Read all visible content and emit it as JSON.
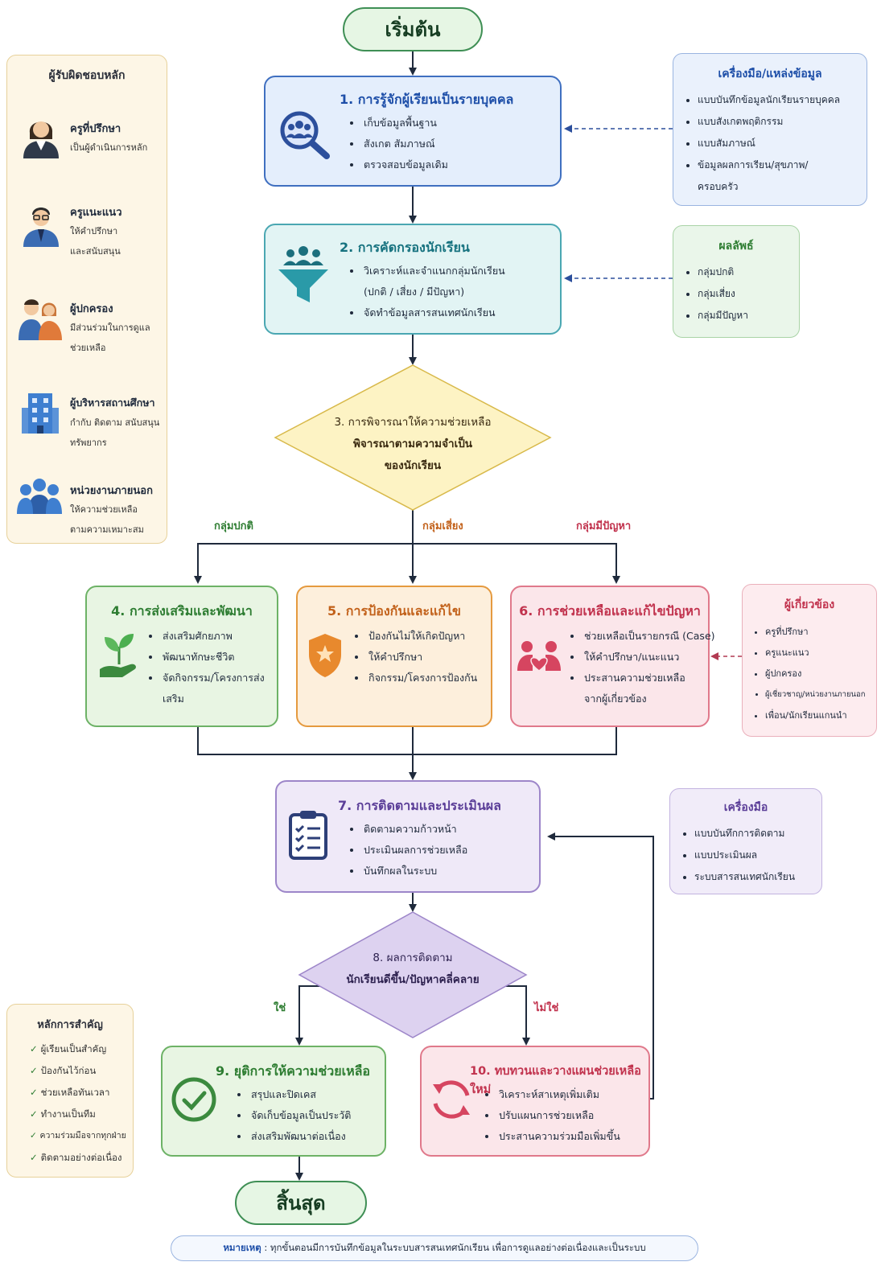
{
  "start": "เริ่มต้น",
  "end": "สิ้นสุด",
  "step1": {
    "title": "1. การรู้จักผู้เรียนเป็นรายบุคคล",
    "items": [
      "เก็บข้อมูลพื้นฐาน",
      "สังเกต สัมภาษณ์",
      "ตรวจสอบข้อมูลเดิม"
    ]
  },
  "step2": {
    "title": "2. การคัดกรองนักเรียน",
    "items": [
      "วิเคราะห์และจำแนกกลุ่มนักเรียน",
      "(ปกติ / เสี่ยง / มีปัญหา)",
      "จัดทำข้อมูลสารสนเทศนักเรียน"
    ]
  },
  "step3": {
    "lines": [
      "3. การพิจารณาให้ความช่วยเหลือ",
      "พิจารณาตามความจำเป็น",
      "ของนักเรียน"
    ]
  },
  "branches": {
    "normal": "กลุ่มปกติ",
    "risk": "กลุ่มเสี่ยง",
    "problem": "กลุ่มมีปัญหา"
  },
  "step4": {
    "title": "4. การส่งเสริมและพัฒนา",
    "items": [
      "ส่งเสริมศักยภาพ",
      "พัฒนาทักษะชีวิต",
      "จัดกิจกรรม/โครงการส่งเสริม"
    ]
  },
  "step5": {
    "title": "5. การป้องกันและแก้ไข",
    "items": [
      "ป้องกันไม่ให้เกิดปัญหา",
      "ให้คำปรึกษา",
      "กิจกรรม/โครงการป้องกัน"
    ]
  },
  "step6": {
    "title": "6. การช่วยเหลือและแก้ไขปัญหา",
    "items": [
      "ช่วยเหลือเป็นรายกรณี (Case)",
      "ให้คำปรึกษา/แนะแนว",
      "ประสานความช่วยเหลือ"
    ],
    "item_cont": "จากผู้เกี่ยวข้อง"
  },
  "step7": {
    "title": "7. การติดตามและประเมินผล",
    "items": [
      "ติดตามความก้าวหน้า",
      "ประเมินผลการช่วยเหลือ",
      "บันทึกผลในระบบ"
    ]
  },
  "step8": {
    "lines": [
      "8. ผลการติดตาม",
      "นักเรียนดีขึ้น/ปัญหาคลี่คลาย"
    ],
    "yes": "ใช่",
    "no": "ไม่ใช่"
  },
  "step9": {
    "title": "9. ยุติการให้ความช่วยเหลือ",
    "items": [
      "สรุปและปิดเคส",
      "จัดเก็บข้อมูลเป็นประวัติ",
      "ส่งเสริมพัฒนาต่อเนื่อง"
    ]
  },
  "step10": {
    "title": "10. ทบทวนและวางแผนช่วยเหลือใหม่",
    "items": [
      "วิเคราะห์สาเหตุเพิ่มเติม",
      "ปรับแผนการช่วยเหลือ",
      "ประสานความร่วมมือเพิ่มขึ้น"
    ]
  },
  "tools_panel": {
    "title": "เครื่องมือ/แหล่งข้อมูล",
    "items": [
      "แบบบันทึกข้อมูลนักเรียนรายบุคคล",
      "แบบสังเกตพฤติกรรม",
      "แบบสัมภาษณ์",
      "ข้อมูลผลการเรียน/สุขภาพ/"
    ],
    "item_cont": "ครอบครัว"
  },
  "results_panel": {
    "title": "ผลลัพธ์",
    "items": [
      "กลุ่มปกติ",
      "กลุ่มเสี่ยง",
      "กลุ่มมีปัญหา"
    ]
  },
  "stakeholders_panel": {
    "title": "ผู้เกี่ยวข้อง",
    "items": [
      "ครูที่ปรึกษา",
      "ครูแนะแนว",
      "ผู้ปกครอง",
      "ผู้เชี่ยวชาญ/หน่วยงานภายนอก",
      "เพื่อน/นักเรียนแกนนำ"
    ]
  },
  "eval_tools_panel": {
    "title": "เครื่องมือ",
    "items": [
      "แบบบันทึกการติดตาม",
      "แบบประเมินผล",
      "ระบบสารสนเทศนักเรียน"
    ]
  },
  "responsible": {
    "title": "ผู้รับผิดชอบหลัก",
    "roles": [
      {
        "name": "ครูที่ปรึกษา",
        "desc": [
          "เป็นผู้ดำเนินการหลัก"
        ]
      },
      {
        "name": "ครูแนะแนว",
        "desc": [
          "ให้คำปรึกษา",
          "และสนับสนุน"
        ]
      },
      {
        "name": "ผู้ปกครอง",
        "desc": [
          "มีส่วนร่วมในการดูแล",
          "ช่วยเหลือ"
        ]
      },
      {
        "name": "ผู้บริหารสถานศึกษา",
        "desc": [
          "กำกับ ติดตาม สนับสนุน",
          "ทรัพยากร"
        ]
      },
      {
        "name": "หน่วยงานภายนอก",
        "desc": [
          "ให้ความช่วยเหลือ",
          "ตามความเหมาะสม"
        ]
      }
    ]
  },
  "principles": {
    "title": "หลักการสำคัญ",
    "items": [
      "ผู้เรียนเป็นสำคัญ",
      "ป้องกันไว้ก่อน",
      "ช่วยเหลือทันเวลา",
      "ทำงานเป็นทีม",
      "ความร่วมมือจากทุกฝ่าย",
      "ติดตามอย่างต่อเนื่อง"
    ]
  },
  "note": {
    "label": "หมายเหตุ",
    "text": " : ทุกขั้นตอนมีการบันทึกข้อมูลในระบบสารสนเทศนักเรียน เพื่อการดูแลอย่างต่อเนื่องและเป็นระบบ"
  },
  "icons": {
    "step1": "search-people-icon",
    "step2": "funnel-people-icon",
    "step4": "plant-hand-icon",
    "step5": "shield-icon",
    "step6": "people-heart-icon",
    "step7": "clipboard-checklist-icon",
    "step9": "check-circle-icon",
    "step10": "refresh-cycle-icon",
    "roles": [
      "female-teacher-icon",
      "male-teacher-icon",
      "parents-icon",
      "school-building-icon",
      "group-people-icon"
    ]
  },
  "colors": {
    "blue": "#3f6fc0",
    "teal": "#4aa7b2",
    "green": "#6db266",
    "orange": "#e59a3f",
    "pink": "#e0798b",
    "purple": "#9d86c9",
    "diamond3": "#fdf3c4",
    "diamond8": "#ddd2f0"
  }
}
